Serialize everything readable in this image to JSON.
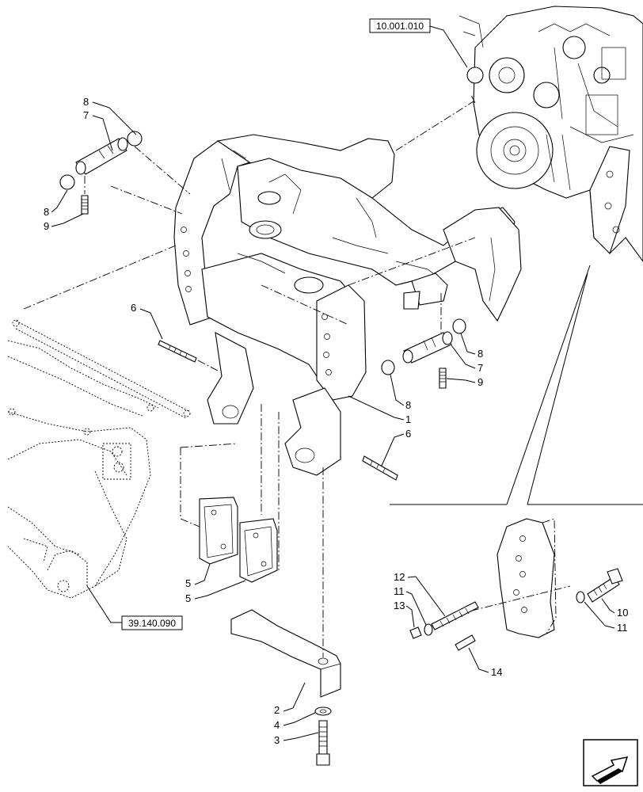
{
  "references": {
    "engine": "10.001.010",
    "frame": "39.140.090"
  },
  "callouts": {
    "c1": "1",
    "c2": "2",
    "c3": "3",
    "c4": "4",
    "c5a": "5",
    "c5b": "5",
    "c6a": "6",
    "c6b": "6",
    "c7a": "7",
    "c7b": "7",
    "c8a": "8",
    "c8b": "8",
    "c8c": "8",
    "c8d": "8",
    "c9a": "9",
    "c9b": "9",
    "c10": "10",
    "c11a": "11",
    "c11b": "11",
    "c12": "12",
    "c13": "13",
    "c14": "14"
  },
  "icons": {
    "nav": "next-page-arrow-icon"
  }
}
